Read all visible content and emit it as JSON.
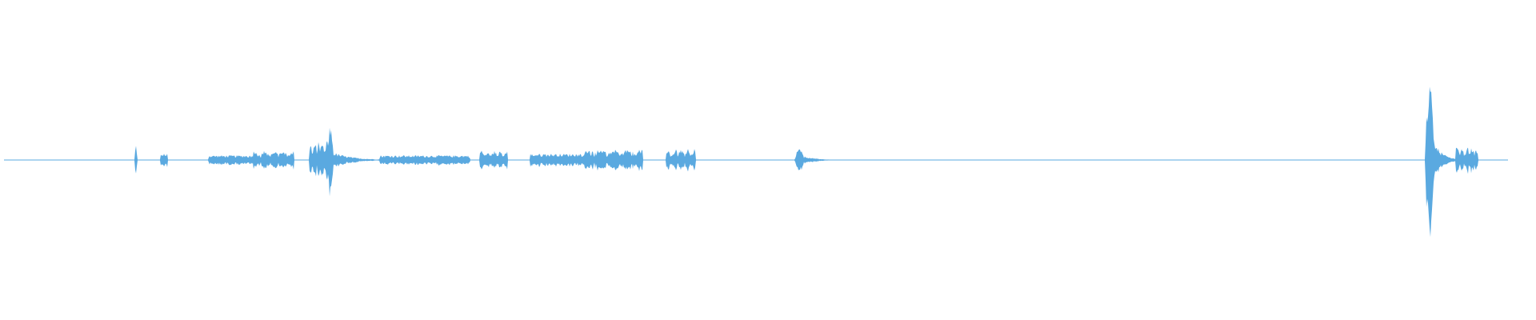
{
  "waveform": {
    "color": "#5aa9e0",
    "background": "#ffffff",
    "total_seconds": 100,
    "segments": [
      {
        "start": 0.0,
        "end": 8.7,
        "amp": 0.0,
        "texture": "flat"
      },
      {
        "start": 8.7,
        "end": 8.85,
        "amp": 0.1,
        "texture": "spike"
      },
      {
        "start": 8.85,
        "end": 10.4,
        "amp": 0.0,
        "texture": "flat"
      },
      {
        "start": 10.4,
        "end": 10.9,
        "amp": 0.04,
        "texture": "noise"
      },
      {
        "start": 10.9,
        "end": 13.6,
        "amp": 0.0,
        "texture": "flat"
      },
      {
        "start": 13.6,
        "end": 16.5,
        "amp": 0.03,
        "texture": "noise"
      },
      {
        "start": 16.5,
        "end": 19.3,
        "amp": 0.06,
        "texture": "bursty"
      },
      {
        "start": 19.3,
        "end": 20.3,
        "amp": 0.0,
        "texture": "flat"
      },
      {
        "start": 20.3,
        "end": 21.5,
        "amp": 0.12,
        "texture": "bursty"
      },
      {
        "start": 21.5,
        "end": 21.9,
        "amp": 0.22,
        "texture": "spike"
      },
      {
        "start": 21.9,
        "end": 25.0,
        "amp": 0.05,
        "texture": "decay"
      },
      {
        "start": 25.0,
        "end": 31.0,
        "amp": 0.03,
        "texture": "noise"
      },
      {
        "start": 31.0,
        "end": 31.6,
        "amp": 0.0,
        "texture": "flat"
      },
      {
        "start": 31.6,
        "end": 33.5,
        "amp": 0.06,
        "texture": "bursty"
      },
      {
        "start": 33.5,
        "end": 35.0,
        "amp": 0.0,
        "texture": "flat"
      },
      {
        "start": 35.0,
        "end": 38.5,
        "amp": 0.04,
        "texture": "noise"
      },
      {
        "start": 38.5,
        "end": 42.5,
        "amp": 0.07,
        "texture": "bursty"
      },
      {
        "start": 42.5,
        "end": 44.0,
        "amp": 0.0,
        "texture": "flat"
      },
      {
        "start": 44.0,
        "end": 46.0,
        "amp": 0.07,
        "texture": "bursty"
      },
      {
        "start": 46.0,
        "end": 52.6,
        "amp": 0.0,
        "texture": "flat"
      },
      {
        "start": 52.6,
        "end": 53.2,
        "amp": 0.08,
        "texture": "spike"
      },
      {
        "start": 53.2,
        "end": 55.0,
        "amp": 0.03,
        "texture": "decay"
      },
      {
        "start": 55.0,
        "end": 94.5,
        "amp": 0.0,
        "texture": "flat"
      },
      {
        "start": 94.5,
        "end": 95.1,
        "amp": 0.48,
        "texture": "spike"
      },
      {
        "start": 95.1,
        "end": 96.5,
        "amp": 0.12,
        "texture": "decay"
      },
      {
        "start": 96.5,
        "end": 98.0,
        "amp": 0.08,
        "texture": "bursty"
      },
      {
        "start": 98.0,
        "end": 100.0,
        "amp": 0.0,
        "texture": "flat"
      }
    ]
  }
}
